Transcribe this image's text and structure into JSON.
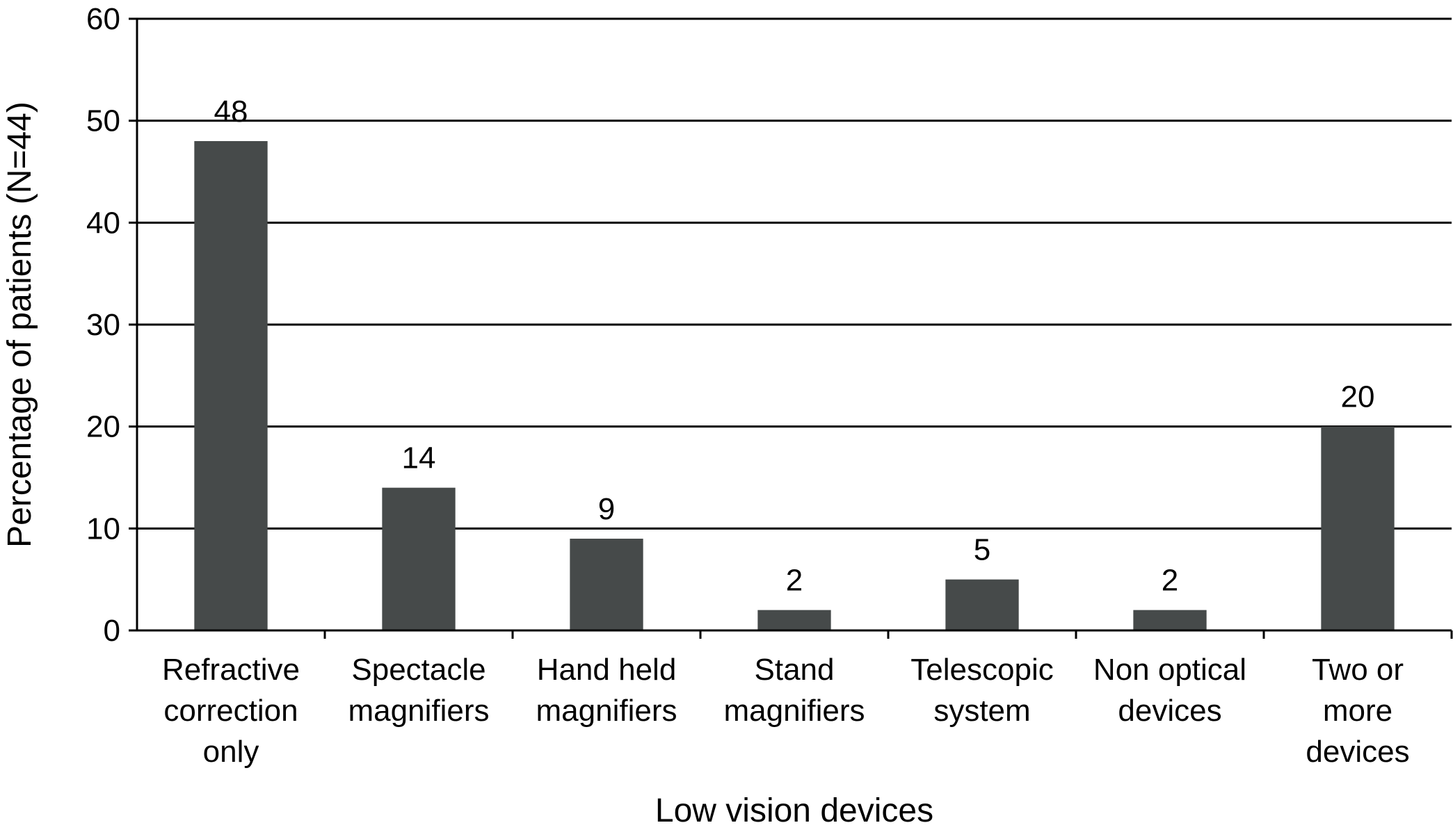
{
  "chart_data": {
    "type": "bar",
    "title": "",
    "xlabel": "Low vision devices",
    "ylabel": "Percentage of patients (N=44)",
    "ylim": [
      0,
      60
    ],
    "yticks": [
      0,
      10,
      20,
      30,
      40,
      50,
      60
    ],
    "grid": "horizontal",
    "categories": [
      [
        "Refractive",
        "correction",
        "only"
      ],
      [
        "Spectacle",
        "magnifiers"
      ],
      [
        "Hand held",
        "magnifiers"
      ],
      [
        "Stand",
        "magnifiers"
      ],
      [
        "Telescopic",
        "system"
      ],
      [
        "Non optical",
        "devices"
      ],
      [
        "Two or",
        "more",
        "devices"
      ]
    ],
    "values": [
      48,
      14,
      9,
      2,
      5,
      2,
      20
    ],
    "data_labels": [
      "48",
      "14",
      "9",
      "2",
      "5",
      "2",
      "20"
    ],
    "colors": {
      "bar": "#464a4a",
      "axis": "#000000",
      "grid": "#000000"
    }
  }
}
